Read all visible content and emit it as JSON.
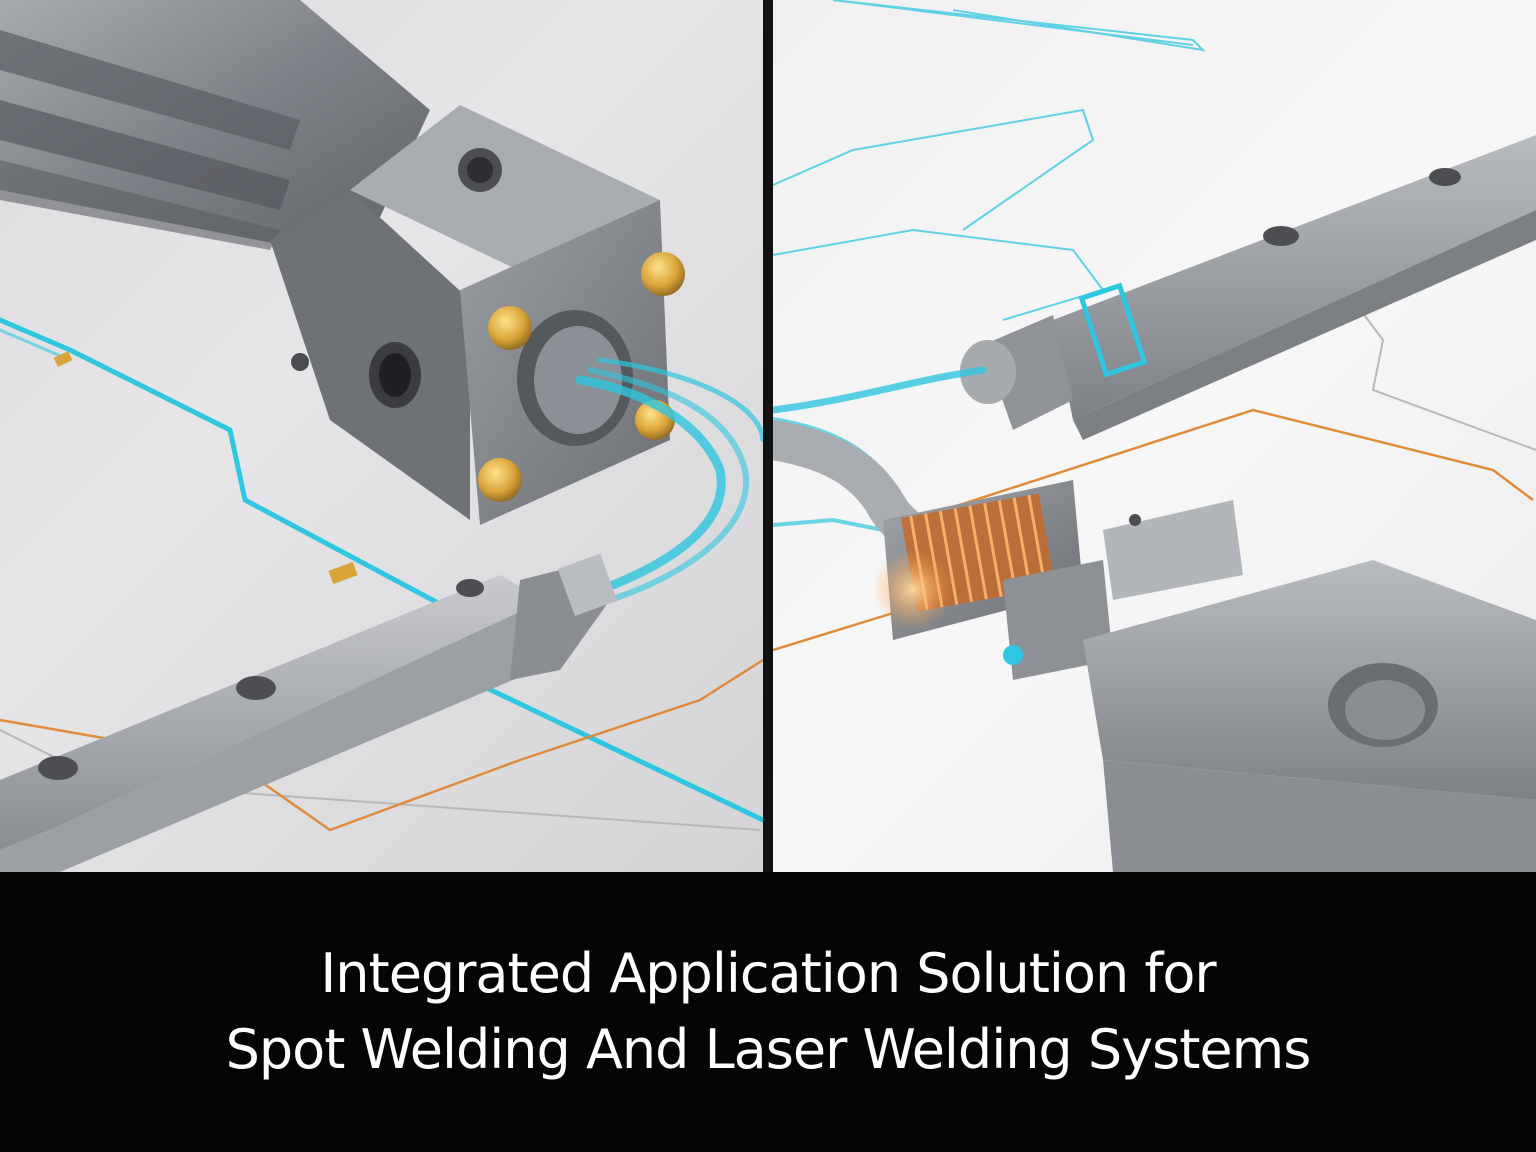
{
  "caption": {
    "line1": "Integrated Application Solution for",
    "line2": "Spot Welding And Laser Welding Systems"
  },
  "colors": {
    "background": "#050505",
    "text": "#ffffff",
    "cyan_line": "#2ec6e0",
    "copper_line": "#e08a3c",
    "brass_bolt": "#d9a43a",
    "metal": "#8e9196"
  },
  "left_panel": {
    "subject": "spot welding actuator block with cyan cable harness"
  },
  "right_panel": {
    "subject": "laser welding head with copper coil and cyan cable"
  }
}
